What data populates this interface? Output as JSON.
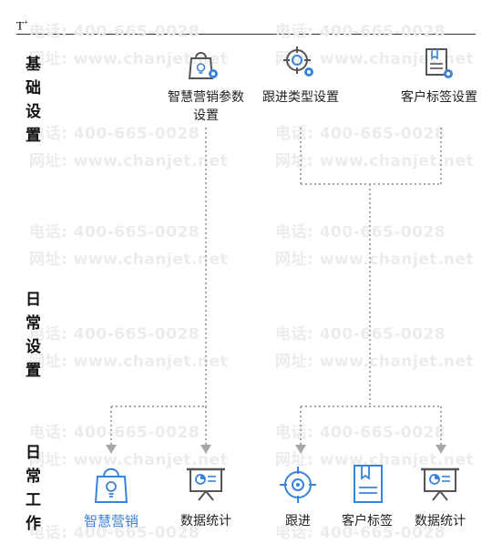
{
  "header": {
    "logo_text": "T",
    "logo_sup": "+"
  },
  "watermarks": {
    "phone": "电话: 400-665-0028",
    "site": "网址: www.chanjet.net"
  },
  "sections": {
    "basic": [
      "基",
      "础",
      "设",
      "置"
    ],
    "daily_settings": [
      "日",
      "常",
      "设",
      "置"
    ],
    "daily_work": [
      "日",
      "常",
      "工",
      "作"
    ]
  },
  "top_nodes": {
    "smart_marketing_params_line1": "智慧营销参数",
    "smart_marketing_params_line2": "设置",
    "followup_type": "跟进类型设置",
    "customer_tag": "客户标签设置"
  },
  "bottom_nodes": {
    "smart_marketing": "智慧营销",
    "data_stats_1": "数据统计",
    "followup": "跟进",
    "customer_tag": "客户标签",
    "data_stats_2": "数据统计"
  },
  "colors": {
    "icon_blue": "#3b82d8",
    "icon_gray": "#555555",
    "connector": "#a8a8a8",
    "active_text": "#3b82d8"
  }
}
